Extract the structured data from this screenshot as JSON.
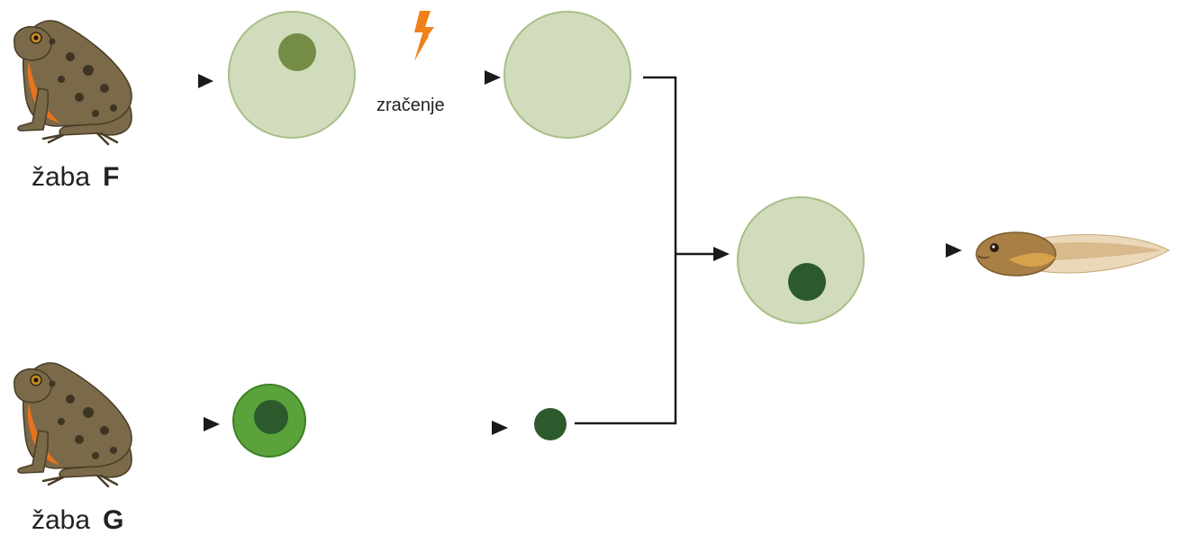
{
  "frog_f": {
    "word": "žaba",
    "letter": "F"
  },
  "frog_g": {
    "word": "žaba",
    "letter": "G"
  },
  "radiation_label": "zračenje",
  "colors": {
    "egg_fill": "#d1dcbd",
    "egg_stroke": "#a9bf88",
    "egg_nucleus": "#748c45",
    "body_cell_fill": "#5aa33a",
    "body_cell_stroke": "#3f7f26",
    "donor_nucleus": "#2d5a2d",
    "lightning": "#f0801a",
    "arrow": "#1a1a1a"
  },
  "icons": [
    "frog-icon",
    "lightning-icon",
    "tadpole-icon"
  ]
}
